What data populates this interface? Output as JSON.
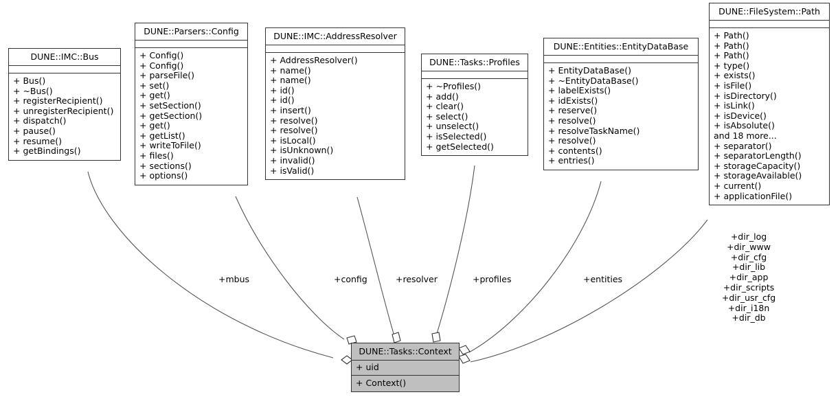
{
  "diagram": {
    "kind": "uml-collaboration-diagram",
    "stroke_color": "#333333",
    "fill_highlight": "#bfbfbf",
    "fill_default": "#ffffff"
  },
  "classes": {
    "bus": {
      "title": "DUNE::IMC::Bus",
      "attributes": [],
      "operations": [
        "+ Bus()",
        "+ ~Bus()",
        "+ registerRecipient()",
        "+ unregisterRecipient()",
        "+ dispatch()",
        "+ pause()",
        "+ resume()",
        "+ getBindings()"
      ]
    },
    "config": {
      "title": "DUNE::Parsers::Config",
      "attributes": [],
      "operations": [
        "+ Config()",
        "+ Config()",
        "+ parseFile()",
        "+ set()",
        "+ get()",
        "+ setSection()",
        "+ getSection()",
        "+ get()",
        "+ getList()",
        "+ writeToFile()",
        "+ files()",
        "+ sections()",
        "+ options()"
      ]
    },
    "address_resolver": {
      "title": "DUNE::IMC::AddressResolver",
      "attributes": [],
      "operations": [
        "+ AddressResolver()",
        "+ name()",
        "+ name()",
        "+ id()",
        "+ id()",
        "+ insert()",
        "+ resolve()",
        "+ resolve()",
        "+ isLocal()",
        "+ isUnknown()",
        "+ invalid()",
        "+ isValid()"
      ]
    },
    "profiles": {
      "title": "DUNE::Tasks::Profiles",
      "attributes": [],
      "operations": [
        "+ ~Profiles()",
        "+ add()",
        "+ clear()",
        "+ select()",
        "+ unselect()",
        "+ isSelected()",
        "+ getSelected()"
      ]
    },
    "entity_database": {
      "title": "DUNE::Entities::EntityDataBase",
      "attributes": [],
      "operations": [
        "+ EntityDataBase()",
        "+ ~EntityDataBase()",
        "+ labelExists()",
        "+ idExists()",
        "+ reserve()",
        "+ resolve()",
        "+ resolveTaskName()",
        "+ resolve()",
        "+ contents()",
        "+ entries()"
      ]
    },
    "path": {
      "title": "DUNE::FileSystem::Path",
      "attributes": [],
      "operations": [
        "+ Path()",
        "+ Path()",
        "+ Path()",
        "+ type()",
        "+ exists()",
        "+ isFile()",
        "+ isDirectory()",
        "+ isLink()",
        "+ isDevice()",
        "+ isAbsolute()",
        "and 18 more...",
        "+ separator()",
        "+ separatorLength()",
        "+ storageCapacity()",
        "+ storageAvailable()",
        "+ current()",
        "+ applicationFile()"
      ]
    },
    "context": {
      "title": "DUNE::Tasks::Context",
      "attributes": [
        "+ uid"
      ],
      "operations": [
        "+ Context()"
      ],
      "highlighted": true
    }
  },
  "edge_labels": {
    "mbus": "+mbus",
    "config": "+config",
    "resolver": "+resolver",
    "profiles": "+profiles",
    "entities": "+entities",
    "path_roles": "+dir_log\n+dir_www\n+dir_cfg\n+dir_lib\n+dir_app\n+dir_scripts\n+dir_usr_cfg\n+dir_i18n\n+dir_db"
  }
}
